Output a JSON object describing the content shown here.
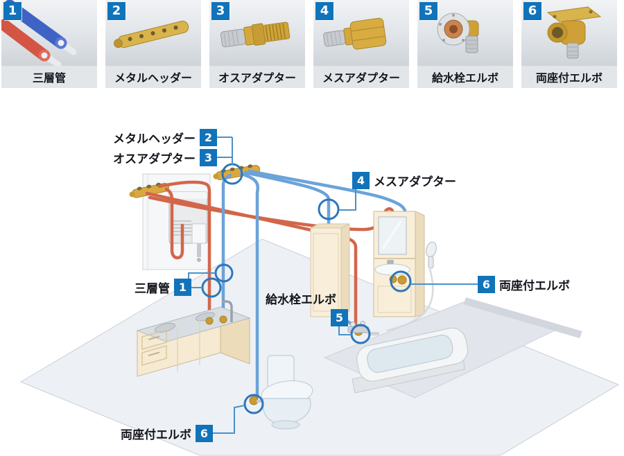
{
  "products": [
    {
      "number": "1",
      "label": "三層管"
    },
    {
      "number": "2",
      "label": "メタルヘッダー"
    },
    {
      "number": "3",
      "label": "オスアダプター"
    },
    {
      "number": "4",
      "label": "メスアダプター"
    },
    {
      "number": "5",
      "label": "給水栓エルボ"
    },
    {
      "number": "6",
      "label": "両座付エルボ"
    }
  ],
  "callouts": {
    "metal_header": {
      "num": "2",
      "label": "メタルヘッダー"
    },
    "male_adapter": {
      "num": "3",
      "label": "オスアダプター"
    },
    "female_adapter": {
      "num": "4",
      "label": "メスアダプター"
    },
    "pipe3": {
      "num": "1",
      "label": "三層管"
    },
    "faucet_elbow": {
      "num": "5",
      "label": "給水栓エルボ"
    },
    "double_elbow_right": {
      "num": "6",
      "label": "両座付エルボ"
    },
    "double_elbow_bottom": {
      "num": "6",
      "label": "両座付エルボ"
    }
  },
  "colors": {
    "badge_blue": "#1173b9",
    "hot_pipe": "#d2664a",
    "cold_pipe": "#6ba3d9",
    "marker_ring": "#2d76ba",
    "connector": "#4a90c9",
    "brass": "#d9a940"
  }
}
